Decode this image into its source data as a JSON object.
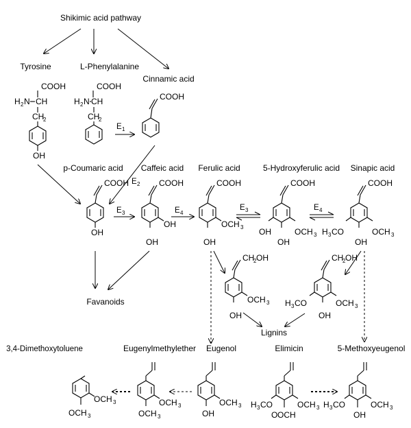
{
  "title": "Shikimic acid pathway",
  "compounds": {
    "tyrosine": "Tyrosine",
    "phenylalanine": "L-Phenylalanine",
    "cinnamic": "Cinnamic acid",
    "coumaric": "p-Coumaric acid",
    "caffeic": "Caffeic acid",
    "ferulic": "Ferulic acid",
    "hydroxyferulic": "5-Hydroxyferulic acid",
    "sinapic": "Sinapic acid",
    "flavonoids": "Favanoids",
    "lignins": "Lignins",
    "dimethoxytoluene": "3,4-Dimethoxytoluene",
    "eugenylmethylether": "Eugenylmethylether",
    "eugenol": "Eugenol",
    "elimicin": "Elimicin",
    "methoxyeugenol": "5-Methoxyeugenol"
  },
  "groups": {
    "cooh": "COOH",
    "ch": "CH",
    "ch2": "CH",
    "h2n_h": "H",
    "h2n_n": "N",
    "oh": "OH",
    "ch2oh": "CH",
    "och3": "OCH",
    "h3co_h": "H",
    "h3co_co": "CO",
    "o": "O",
    "sub2": "2",
    "sub3": "3"
  },
  "enzymes": {
    "e1": "E",
    "e1_sub": "1",
    "e2": "E",
    "e2_sub": "2",
    "e3": "E",
    "e3_sub": "3",
    "e4": "E",
    "e4_sub": "4"
  }
}
